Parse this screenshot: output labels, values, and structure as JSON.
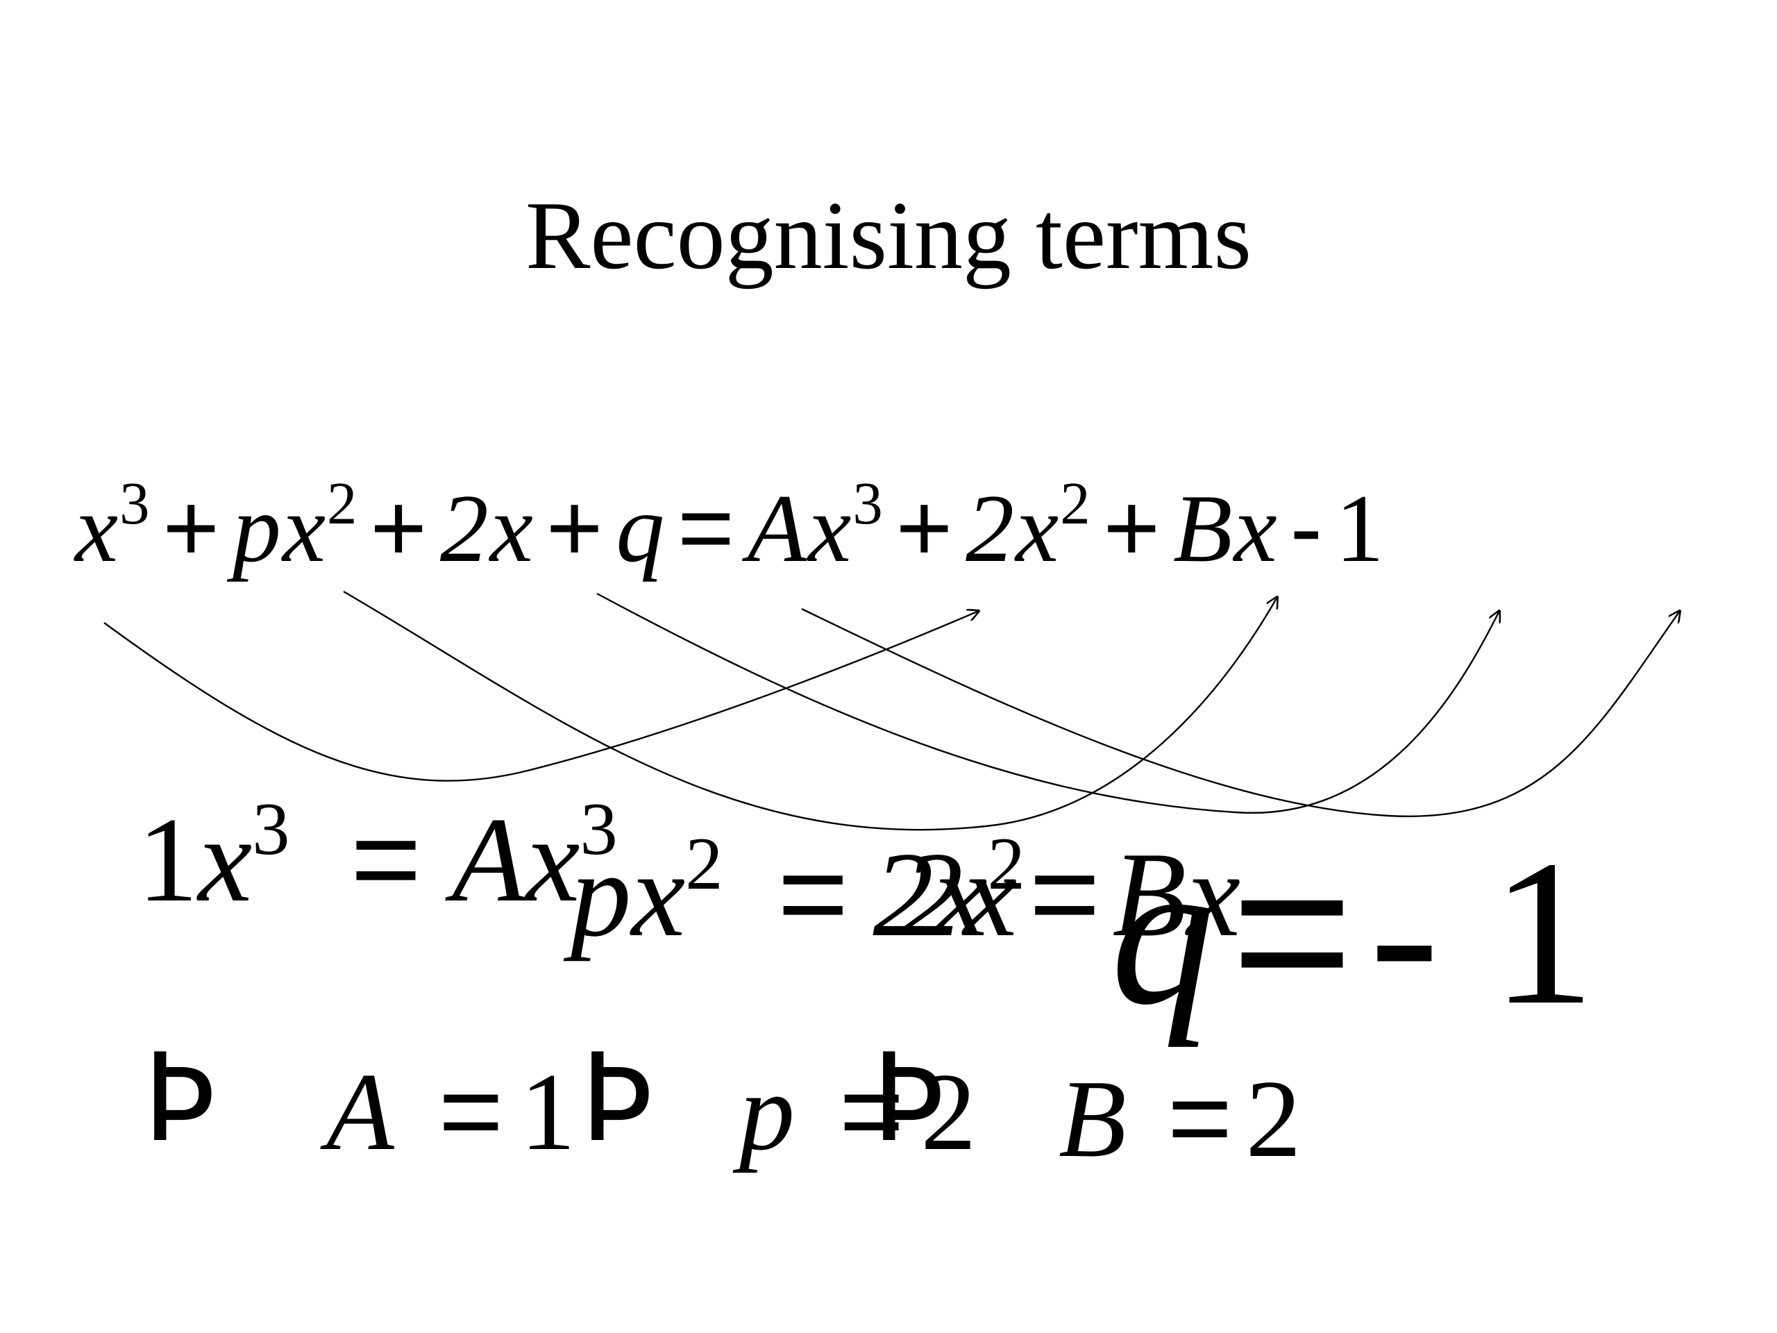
{
  "slide": {
    "title": "Recognising terms",
    "main_equation": {
      "lhs": [
        {
          "base": "x",
          "exp": "3",
          "op_after": "+"
        },
        {
          "base": "px",
          "exp": "2",
          "op_after": "+"
        },
        {
          "base": "2x",
          "exp": "",
          "op_after": "+"
        },
        {
          "base": "q",
          "exp": "",
          "op_after": "="
        }
      ],
      "rhs": [
        {
          "base": "Ax",
          "exp": "3",
          "op_after": "+"
        },
        {
          "base": "2x",
          "exp": "2",
          "op_after": "+"
        },
        {
          "base": "Bx",
          "exp": "",
          "op_after": "-"
        },
        {
          "base": "1",
          "exp": "",
          "op_after": ""
        }
      ]
    },
    "comparisons": {
      "c1": {
        "coef": "1",
        "var": "x",
        "exp": "3",
        "eq": "=",
        "rhs": "Ax",
        "rhs_exp": "3"
      },
      "c2": {
        "coef": "p",
        "var": "x",
        "exp": "2",
        "eq": "=",
        "rhs": "2x",
        "rhs_exp": "2"
      },
      "c3": {
        "lhs": "2x",
        "eq": "=",
        "rhs": "Bx"
      },
      "c4": {
        "lhs": "q",
        "eq": "=",
        "rhs": "- 1"
      }
    },
    "results": {
      "implies_symbol": "Þ",
      "r1": {
        "lhs": "A",
        "eq": "=",
        "rhs": "1"
      },
      "r2": {
        "lhs": "p",
        "eq": "=",
        "rhs": "2"
      },
      "r3": {
        "lhs": "B",
        "eq": "=",
        "rhs": "2"
      }
    },
    "colors": {
      "background": "#ffffff",
      "text": "#000000",
      "arrow": "#000000"
    }
  }
}
